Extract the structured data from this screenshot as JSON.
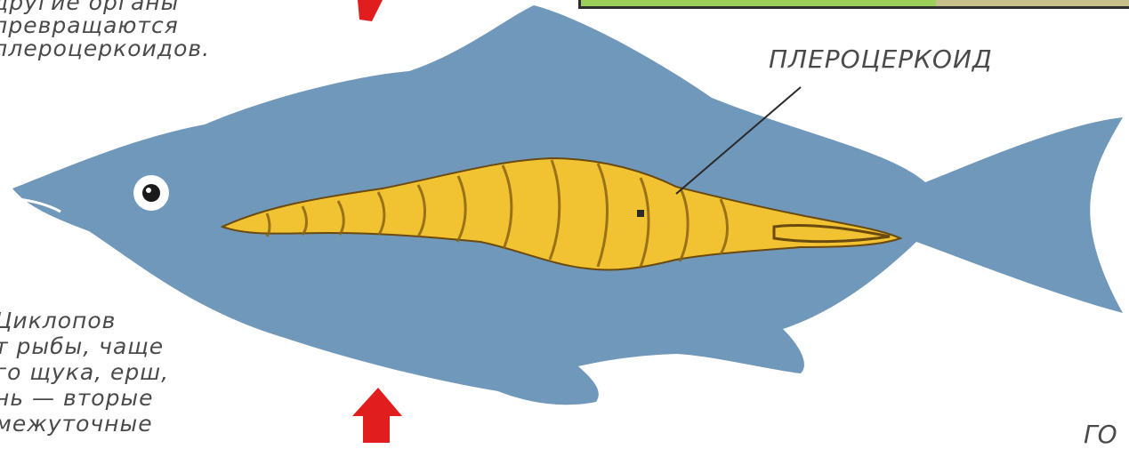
{
  "top_text": [
    "другие органы",
    "превращаются",
    "плероцеркоидов."
  ],
  "left_text": [
    "Циклопов",
    "т рыбы, чаще",
    "го щука, ерш,",
    "нь — вторые",
    "межуточные"
  ],
  "label": "ПЛЕРОЦЕРКОИД",
  "corner_text": "ГО",
  "colors": {
    "fish": "#6f98bb",
    "larva": "#f1c232",
    "arrow": "#e01e1e",
    "text": "#4a4a4a"
  }
}
